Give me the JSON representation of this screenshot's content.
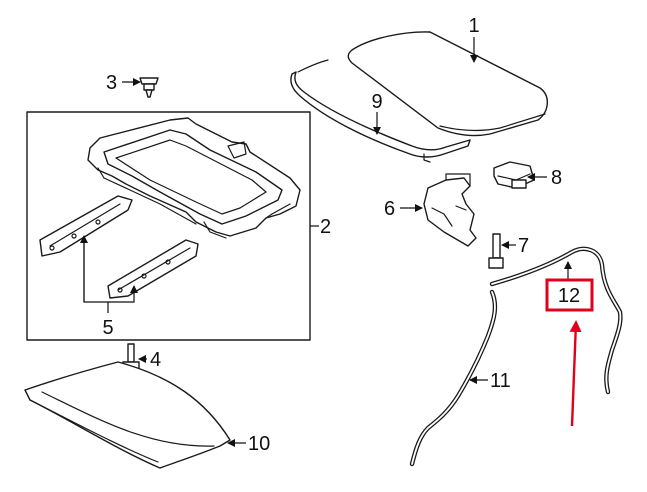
{
  "callouts": {
    "c1": "1",
    "c2": "2",
    "c3": "3",
    "c4": "4",
    "c5": "5",
    "c6": "6",
    "c7": "7",
    "c8": "8",
    "c9": "9",
    "c10": "10",
    "c11": "11",
    "c12": "12"
  },
  "highlight": {
    "callout": "12",
    "color": "#e0001b"
  }
}
